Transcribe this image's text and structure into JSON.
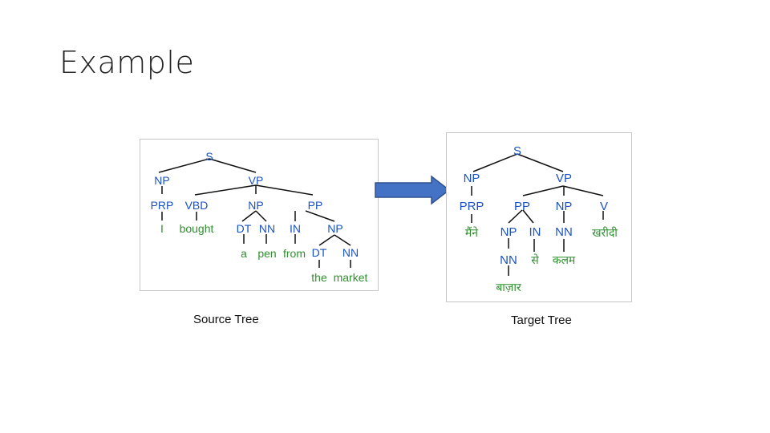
{
  "slide": {
    "title": "Example"
  },
  "source_tree": {
    "caption": "Source Tree",
    "tags": {
      "s": "S",
      "np1": "NP",
      "vp": "VP",
      "prp": "PRP",
      "vbd": "VBD",
      "np2": "NP",
      "pp": "PP",
      "dt1": "DT",
      "nn1": "NN",
      "in": "IN",
      "np3": "NP",
      "dt2": "DT",
      "nn2": "NN"
    },
    "words": {
      "i": "I",
      "bought": "bought",
      "a": "a",
      "pen": "pen",
      "from": "from",
      "the": "the",
      "market": "market"
    }
  },
  "target_tree": {
    "caption": "Target Tree",
    "tags": {
      "s": "S",
      "np1": "NP",
      "vp": "VP",
      "prp": "PRP",
      "pp": "PP",
      "np2": "NP",
      "v": "V",
      "np3": "NP",
      "in": "IN",
      "nn1": "NN",
      "nn2": "NN"
    },
    "words": {
      "maine": "मैंने",
      "kharidi": "खरीदी",
      "se": "से",
      "kalam": "कलम",
      "bazaar": "बाज़ार"
    }
  },
  "colors": {
    "tag": "#1a52c4",
    "word": "#2f8f2f",
    "arrow_fill": "#4472c4",
    "arrow_stroke": "#2f528f"
  },
  "icons": {
    "arrow": "right-arrow-icon"
  }
}
